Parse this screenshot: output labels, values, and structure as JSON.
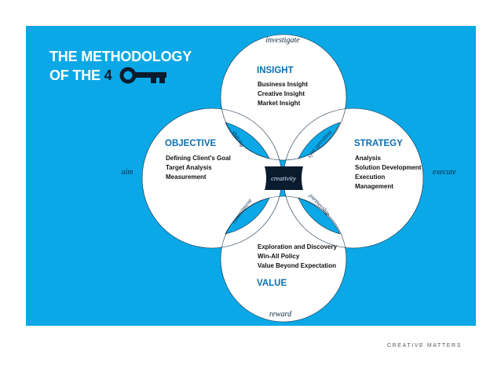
{
  "title": {
    "line1": "THE METHODOLOGY",
    "line2": "OF THE",
    "number": "4"
  },
  "circles": {
    "insight": {
      "heading": "INSIGHT",
      "items": [
        "Business Insight",
        "Creative Insight",
        "Market Insight"
      ]
    },
    "objective": {
      "heading": "OBJECTIVE",
      "items": [
        "Defining Client's Goal",
        "Target Analysis",
        "Measurement"
      ]
    },
    "strategy": {
      "heading": "STRATEGY",
      "items": [
        "Analysis",
        "Solution Development",
        "Execution",
        "Management"
      ]
    },
    "value": {
      "heading": "VALUE",
      "items": [
        "Exploration and Discovery",
        "Win-All Policy",
        "Value Beyond Expectation"
      ]
    }
  },
  "outer_words": {
    "top": "investigate",
    "left": "aim",
    "right": "execute",
    "bottom": "reward"
  },
  "overlap_words": {
    "top_left": "sharing",
    "top_right": "synt operation",
    "bottom_left": "commitment",
    "bottom_right": "partnership"
  },
  "center": "creativity",
  "footer": "CREATIVE MATTERS",
  "colors": {
    "background": "#0aa8e6",
    "circle": "#ffffff",
    "heading": "#0a6fb3",
    "center": "#0b1b2e"
  },
  "icons": [
    "key-icon"
  ]
}
